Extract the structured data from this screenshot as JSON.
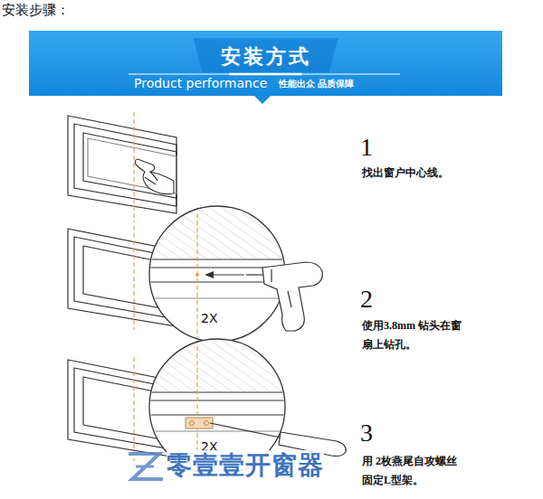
{
  "diagram": {
    "title": "安装步骤：",
    "nodes": [
      {
        "text": [
          "安装方式",
          "Product performance",
          "性能出众 品质保障"
        ]
      }
    ],
    "labels": [
      "1",
      "找出窗户中心线。",
      "2X",
      "2",
      "使用3.8mm 钻头在窗扇上钻孔。",
      "2X",
      "3",
      "用 2枚燕尾自攻螺丝固定L型架。",
      "零壹壹开窗器"
    ]
  }
}
